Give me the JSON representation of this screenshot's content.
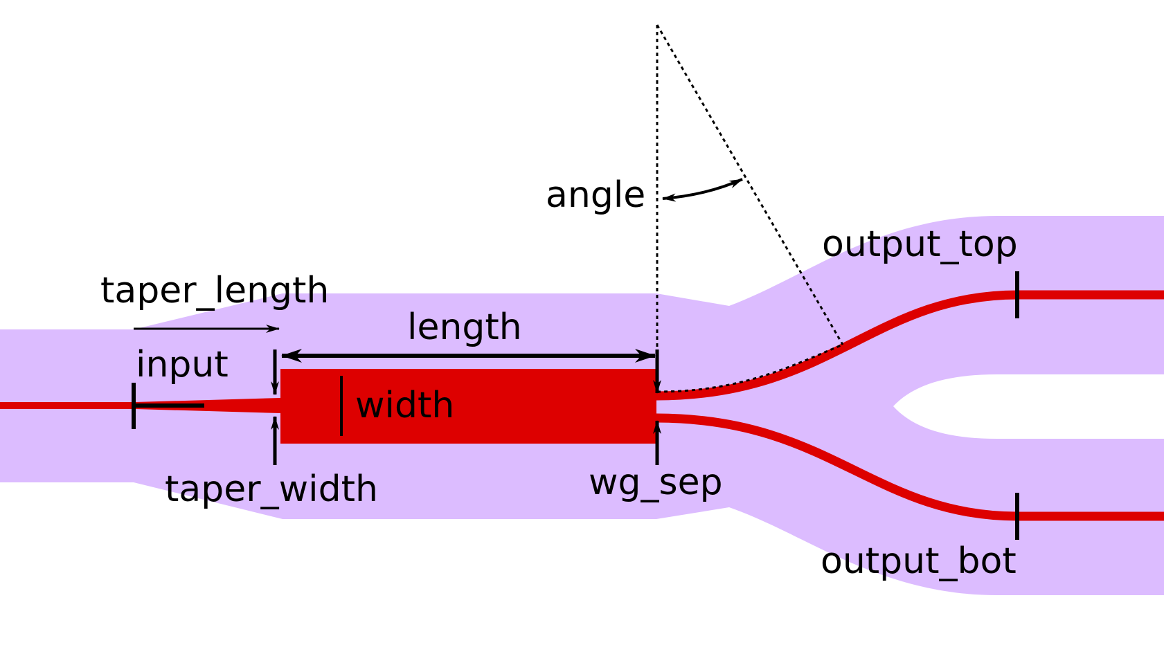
{
  "colors": {
    "cladding": "#dcbcff",
    "core": "#dd0000",
    "annotation": "#000000",
    "background": "#ffffff"
  },
  "labels": {
    "taper_length": "taper_length",
    "input": "input",
    "length": "length",
    "width": "width",
    "taper_width": "taper_width",
    "wg_sep": "wg_sep",
    "angle": "angle",
    "output_top": "output_top",
    "output_bot": "output_bot"
  }
}
